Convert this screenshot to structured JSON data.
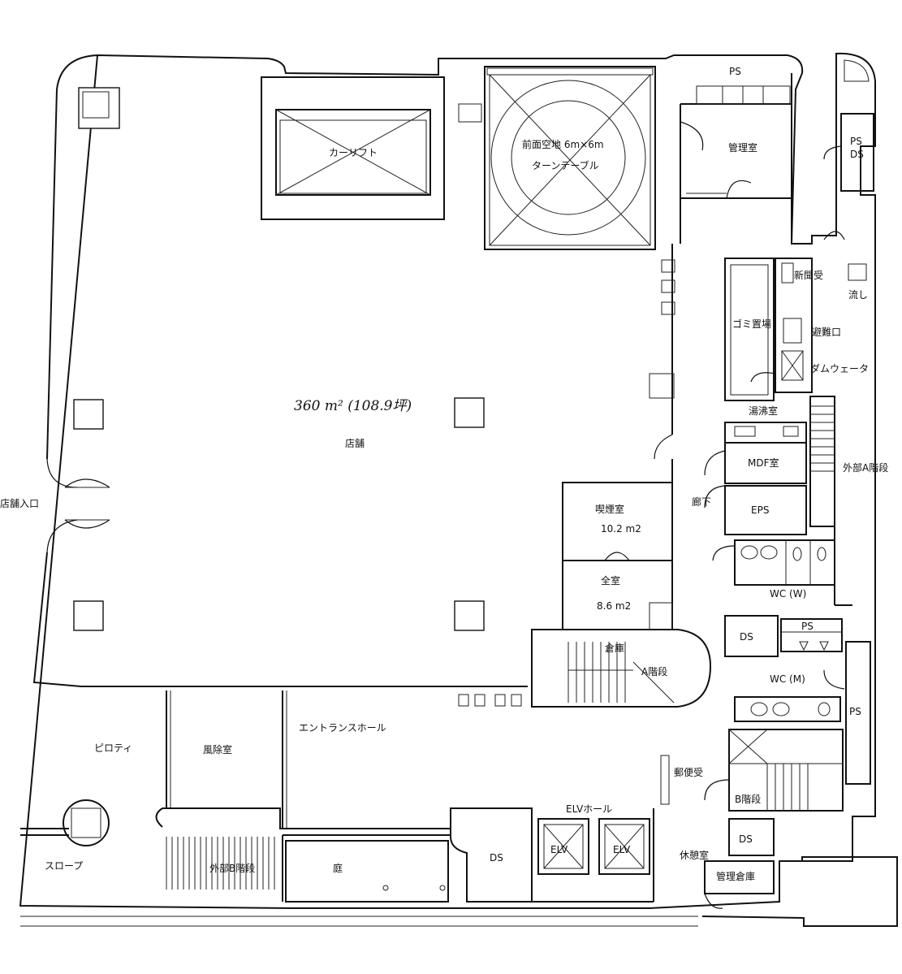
{
  "rooms": {
    "car_lift": "カーリフト",
    "front_space": "前面空地 6m×6m",
    "turntable": "ターンテーブル",
    "ps_top": "PS",
    "mgmt_room": "管理室",
    "ps_ds_line1": "PS",
    "ps_ds_line2": "DS",
    "newspaper": "新聞受",
    "sink": "流し",
    "garbage": "ゴミ置場",
    "evacuation": "避難口",
    "dumbwaiter": "ダムウェータ",
    "kettle_room": "湯沸室",
    "mdf_room": "MDF室",
    "ext_stair_a": "外部A階段",
    "corridor": "廊下",
    "eps": "EPS",
    "smoking_room": "喫煙室",
    "smoking_area": "10.2 m2",
    "front_room": "全室",
    "front_room_area": "8.6 m2",
    "wc_w": "WC (W)",
    "ds_mid": "DS",
    "ps_mid": "PS",
    "storage": "倉庫",
    "stair_a": "A階段",
    "wc_m": "WC (M)",
    "ps_right": "PS",
    "store_area_note": "360 m² (108.9坪)",
    "store": "店舗",
    "store_entrance": "店舗入口",
    "pilotis": "ピロティ",
    "windbreak": "風除室",
    "entrance_hall": "エントランスホール",
    "mailbox": "郵便受",
    "stair_b": "B階段",
    "elv_hall": "ELVホール",
    "slope": "スロープ",
    "ext_stair_b": "外部B階段",
    "garden": "庭",
    "ds_bottom": "DS",
    "elv1": "ELV",
    "elv2": "ELV",
    "rest_room": "休憩室",
    "ds_br": "DS",
    "mgmt_storage": "管理倉庫"
  }
}
